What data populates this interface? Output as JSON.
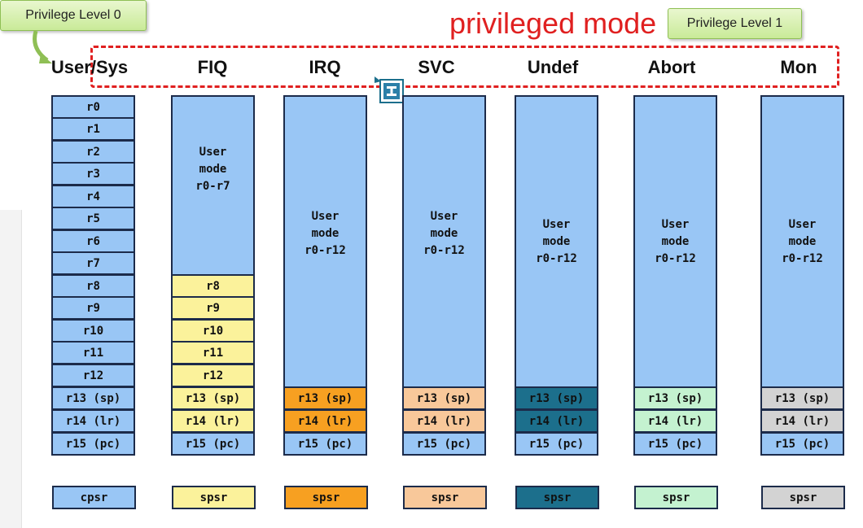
{
  "privileged_mode_label": "privileged mode",
  "callouts": {
    "level0": "Privilege Level 0",
    "level1": "Privilege Level 1"
  },
  "colors": {
    "blue": "#99c6f5",
    "yellow": "#fbf29b",
    "orange": "#f7a021",
    "peach": "#f8c89a",
    "teal": "#1c6f8c",
    "mint": "#c4f2d0",
    "gray": "#d3d3d3",
    "red_dashes": "#e02020",
    "red_text": "#e02020"
  },
  "modes": {
    "usersys": {
      "title": "User/Sys",
      "regs": [
        "r0",
        "r1",
        "r2",
        "r3",
        "r4",
        "r5",
        "r6",
        "r7",
        "r8",
        "r9",
        "r10",
        "r11",
        "r12",
        "r13 (sp)",
        "r14 (lr)",
        "r15 (pc)"
      ],
      "status": "cpsr"
    },
    "fiq": {
      "title": "FIQ",
      "shared": "User\nmode\nr0-r7",
      "regs": [
        "r8",
        "r9",
        "r10",
        "r11",
        "r12",
        "r13 (sp)",
        "r14 (lr)",
        "r15 (pc)"
      ],
      "status": "spsr"
    },
    "irq": {
      "title": "IRQ",
      "shared": "User\nmode\nr0-r12",
      "regs": [
        "r13 (sp)",
        "r14 (lr)",
        "r15 (pc)"
      ],
      "status": "spsr"
    },
    "svc": {
      "title": "SVC",
      "shared": "User\nmode\nr0-r12",
      "regs": [
        "r13 (sp)",
        "r14 (lr)",
        "r15 (pc)"
      ],
      "status": "spsr"
    },
    "undef": {
      "title": "Undef",
      "shared": "User\nmode\nr0-r12",
      "regs": [
        "r13 (sp)",
        "r14 (lr)",
        "r15 (pc)"
      ],
      "status": "spsr"
    },
    "abort": {
      "title": "Abort",
      "shared": "User\nmode\nr0-r12",
      "regs": [
        "r13 (sp)",
        "r14 (lr)",
        "r15 (pc)"
      ],
      "status": "spsr"
    },
    "mon": {
      "title": "Mon",
      "shared": "User\nmode\nr0-r12",
      "regs": [
        "r13 (sp)",
        "r14 (lr)",
        "r15 (pc)"
      ],
      "status": "spsr"
    }
  }
}
